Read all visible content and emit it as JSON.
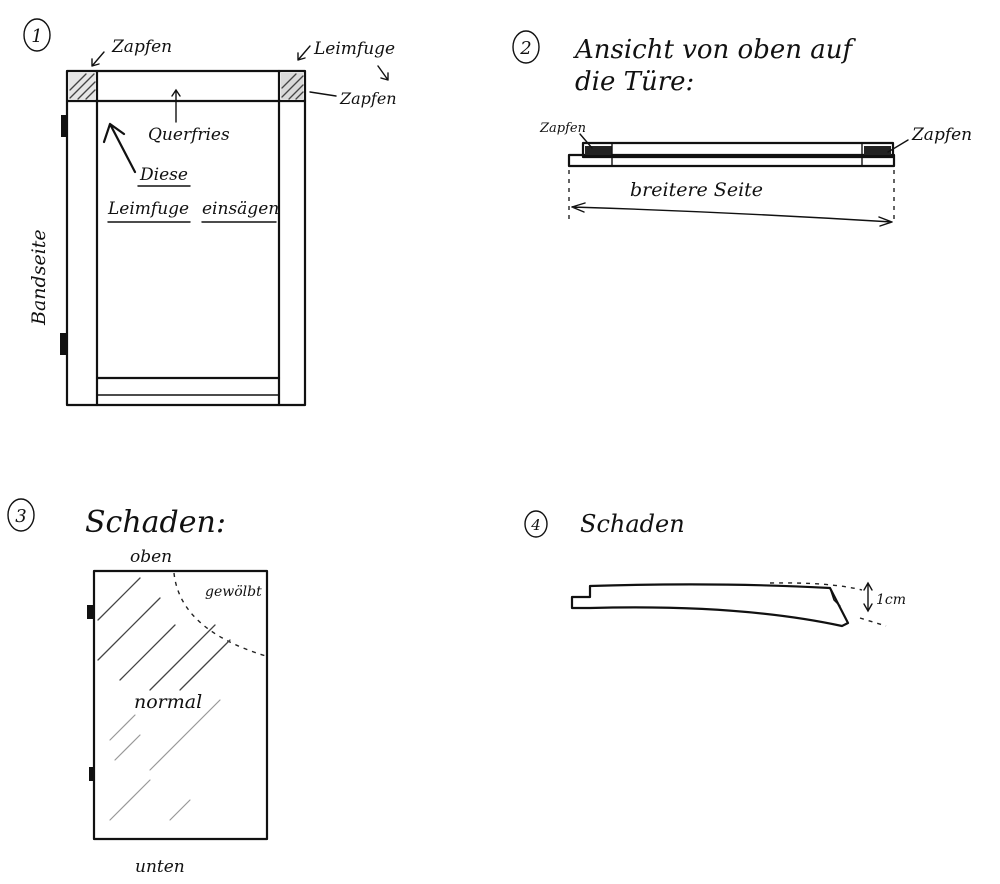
{
  "sketch1": {
    "number": "1",
    "label_zapfen_left": "Zapfen",
    "label_leimfuge": "Leimfuge",
    "label_zapfen_right": "Zapfen",
    "label_querfries": "Querfries",
    "note_line1": "Diese",
    "note_line2a": "Leimfuge",
    "note_line2b": "einsägen",
    "label_bandseite": "Bandseite"
  },
  "sketch2": {
    "number": "2",
    "title_line1": "Ansicht von oben auf",
    "title_line2": "die Türe:",
    "label_zapfen_left": "Zapfen",
    "label_zapfen_right": "Zapfen",
    "label_breite_seite": "breitere Seite"
  },
  "sketch3": {
    "number": "3",
    "title": "Schaden:",
    "label_oben": "oben",
    "label_gewoelbt": "gewölbt",
    "label_normal": "normal",
    "label_unten": "unten"
  },
  "sketch4": {
    "number": "4",
    "title": "Schaden",
    "label_measure": "1cm"
  }
}
